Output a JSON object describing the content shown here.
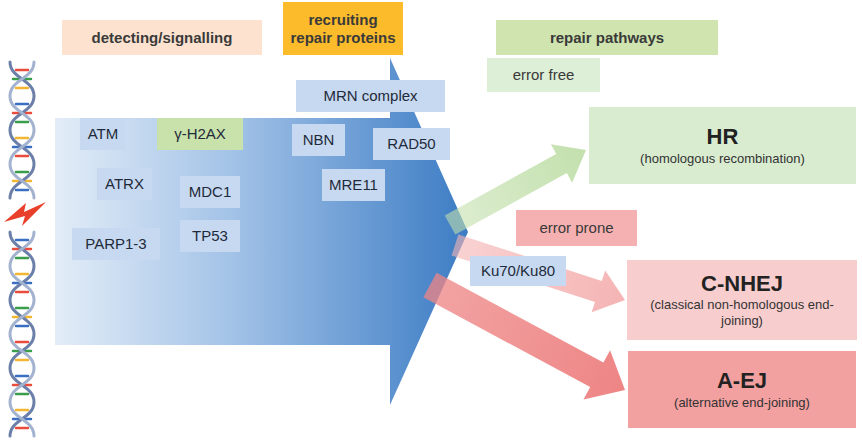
{
  "diagram": {
    "nodes": [
      {
        "text": [
          "detecting/signalling"
        ]
      },
      {
        "text": [
          "recruiting repair proteins"
        ]
      },
      {
        "text": [
          "repair pathways"
        ]
      },
      {
        "text": [
          "error free"
        ]
      },
      {
        "text": [
          "HR",
          "(homologous recombination)"
        ]
      },
      {
        "text": [
          "ATM"
        ]
      },
      {
        "text": [
          "γ-H2AX"
        ]
      },
      {
        "text": [
          "MRN complex"
        ]
      },
      {
        "text": [
          "NBN"
        ]
      },
      {
        "text": [
          "RAD50"
        ]
      },
      {
        "text": [
          "ATRX"
        ]
      },
      {
        "text": [
          "MDC1"
        ]
      },
      {
        "text": [
          "MRE11"
        ]
      },
      {
        "text": [
          "error prone"
        ]
      },
      {
        "text": [
          "PARP1-3"
        ]
      },
      {
        "text": [
          "TP53"
        ]
      },
      {
        "text": [
          "Ku70/Ku80"
        ]
      },
      {
        "text": [
          "C-NHEJ",
          "(classical non-homologous end-joining)"
        ]
      },
      {
        "text": [
          "A-EJ",
          "(alternative end-joining)"
        ]
      }
    ]
  }
}
